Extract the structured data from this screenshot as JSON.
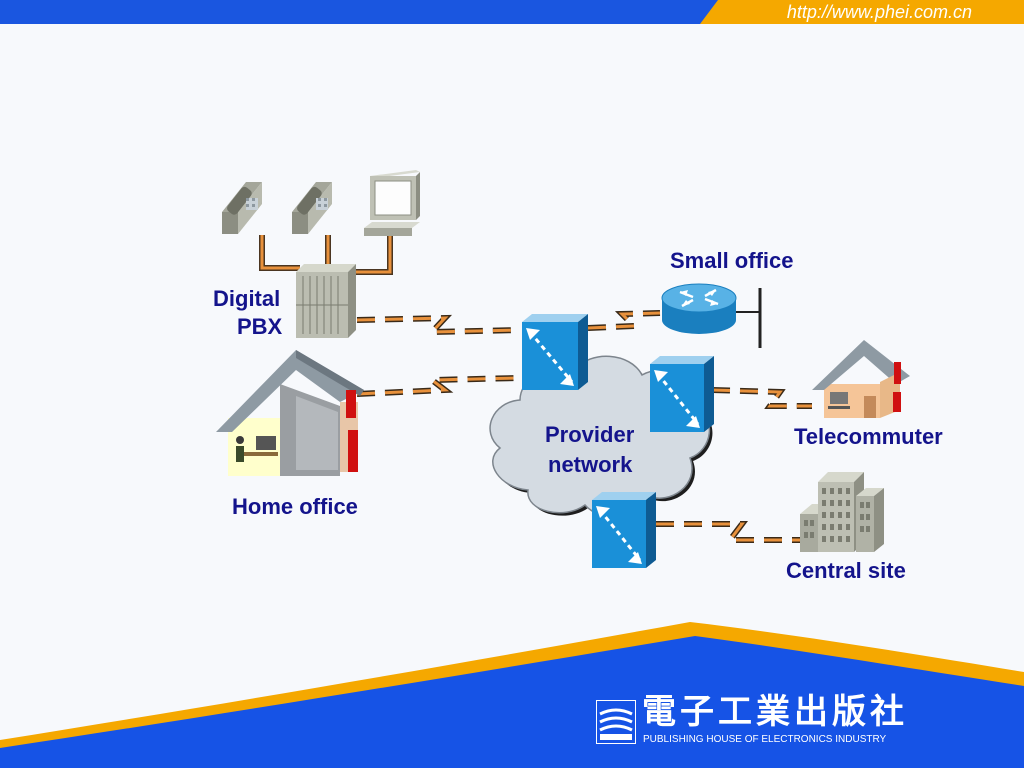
{
  "header": {
    "url": "http://www.phei.com.cn"
  },
  "diagram": {
    "labels": {
      "digital_pbx_line1": "Digital",
      "digital_pbx_line2": "PBX",
      "small_office": "Small office",
      "telecommuter": "Telecommuter",
      "home_office": "Home office",
      "provider_network_line1": "Provider",
      "provider_network_line2": "network",
      "central_site": "Central site"
    }
  },
  "footer": {
    "logo_chinese": "電子工業出版社",
    "logo_english": "PUBLISHING HOUSE OF ELECTRONICS INDUSTRY"
  },
  "colors": {
    "header_blue": "#1a56e0",
    "accent_orange": "#f5a800",
    "footer_blue": "#1653e6",
    "label_navy": "#14148c",
    "link_orange": "#e8913c",
    "switch_blue": "#1a90d8",
    "cloud_gray": "#d4dbe2"
  }
}
